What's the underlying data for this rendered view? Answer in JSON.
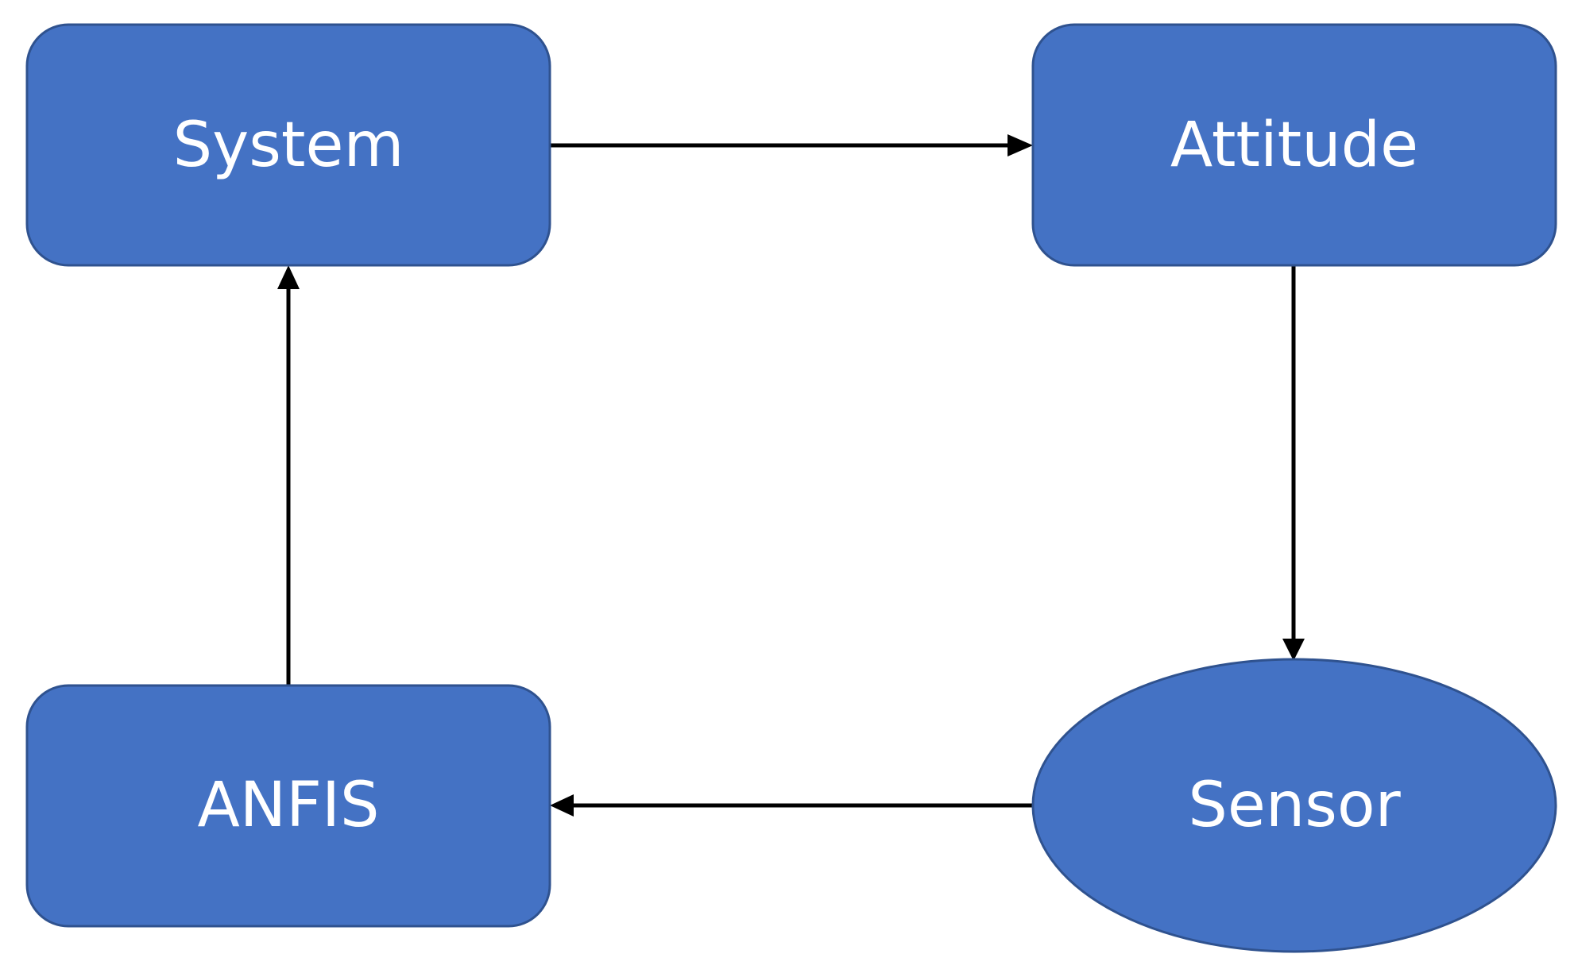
{
  "nodes": [
    {
      "id": "system",
      "label": "System",
      "shape": "rounded-rectangle"
    },
    {
      "id": "attitude",
      "label": "Attitude",
      "shape": "rounded-rectangle"
    },
    {
      "id": "sensor",
      "label": "Sensor",
      "shape": "ellipse"
    },
    {
      "id": "anfis",
      "label": "ANFIS",
      "shape": "rounded-rectangle"
    }
  ],
  "edges": [
    {
      "from": "system",
      "to": "attitude"
    },
    {
      "from": "attitude",
      "to": "sensor"
    },
    {
      "from": "sensor",
      "to": "anfis"
    },
    {
      "from": "anfis",
      "to": "system"
    }
  ],
  "colors": {
    "node_fill": "#4472c4",
    "node_border": "#2f528f",
    "node_text": "#ffffff",
    "arrow": "#000000",
    "background": "#ffffff"
  }
}
